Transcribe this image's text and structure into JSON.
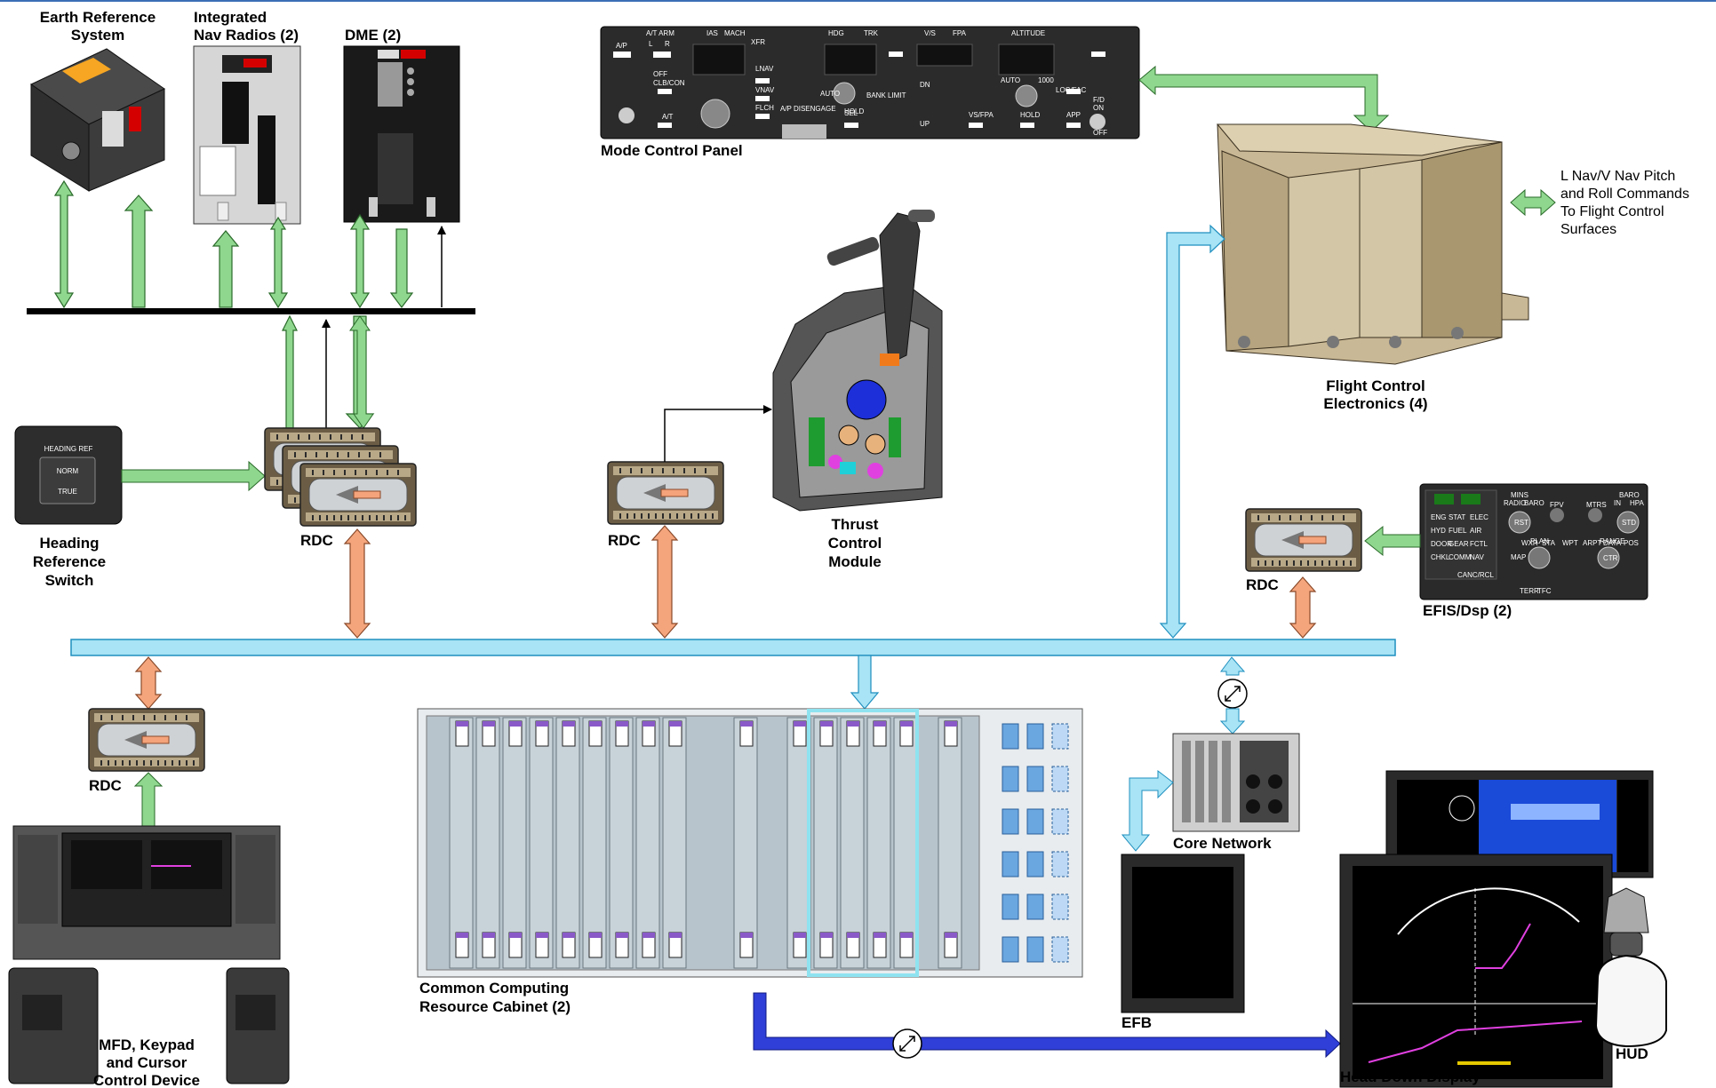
{
  "colors": {
    "green_link": "#8fd68f",
    "orange_link": "#f5a57c",
    "blue_bus": "#a8e4f5",
    "blue_bus_stroke": "#1f8fbf",
    "dark_blue_link": "#2f3fd8",
    "black_bus": "#000000",
    "rdc_body": "#5b4f3c"
  },
  "labels": {
    "earth_ref": [
      "Earth Reference",
      "System"
    ],
    "nav_radios": [
      "Integrated",
      "Nav Radios (2)"
    ],
    "dme": "DME (2)",
    "mcp": "Mode Control Panel",
    "fce": [
      "Flight Control",
      "Electronics (4)"
    ],
    "fce_note": [
      "L Nav/V Nav Pitch",
      "and Roll Commands",
      "To Flight Control",
      "Surfaces"
    ],
    "heading_switch": [
      "Heading",
      "Reference",
      "Switch"
    ],
    "heading_panel": {
      "title": "HEADING REF",
      "norm": "NORM",
      "true": "TRUE"
    },
    "rdc": "RDC",
    "thrust": [
      "Thrust",
      "Control",
      "Module"
    ],
    "efis": "EFIS/Dsp (2)",
    "ccr": [
      "Common Computing",
      "Resource Cabinet (2)"
    ],
    "core_network": "Core Network",
    "efb": "EFB",
    "hdd": "Head Down Display",
    "hud": "HUD",
    "mfd": [
      "MFD, Keypad",
      "and Cursor",
      "Control Device"
    ]
  },
  "mcp_panel": {
    "labels": [
      "A/P",
      "A/T ARM",
      "L",
      "R",
      "OFF",
      "IAS",
      "MACH",
      "XFR",
      "LNAV",
      "VNAV",
      "FLCH",
      "CLB/CON",
      "A/T",
      "A/P DISENGAGE",
      "HDG",
      "TRK",
      "SEL",
      "HOLD",
      "BANK LIMIT",
      "AUTO",
      "V/S",
      "FPA",
      "VS/FPA",
      "DN",
      "UP",
      "ALTITUDE",
      "AUTO",
      "1000",
      "HOLD",
      "LOC/FAC",
      "APP",
      "F/D",
      "ON",
      "OFF"
    ]
  },
  "efis_panel": {
    "labels": [
      "MINS",
      "RADIO",
      "BARO",
      "RST",
      "FPV",
      "MTRS",
      "BARO",
      "IN",
      "HPA",
      "STD",
      "WXR",
      "STA",
      "WPT",
      "ARPT",
      "DATA",
      "POS",
      "TERR",
      "TFC",
      "MAP",
      "PLAN",
      "CTR",
      "RANGE",
      "ENG",
      "STAT",
      "ELEC",
      "HYD",
      "FUEL",
      "AIR",
      "DOOR",
      "GEAR",
      "FCTL",
      "CHKL",
      "COMM",
      "NAV",
      "CANC/RCL"
    ]
  }
}
